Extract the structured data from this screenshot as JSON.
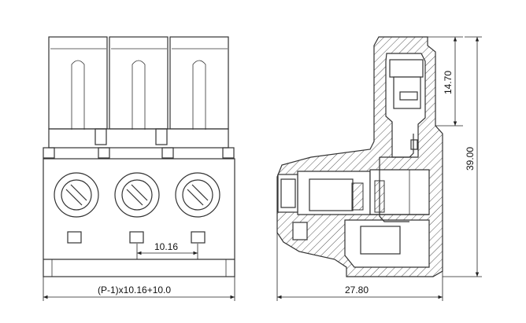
{
  "drawing": {
    "dimensions": {
      "front_width": "(P-1)x10.16+10.0",
      "pitch": "10.16",
      "side_depth": "27.80",
      "side_height": "39.00",
      "plug_height": "14.70"
    }
  },
  "colors": {
    "line": "#333333",
    "hatch": "#555555",
    "background": "#ffffff"
  }
}
